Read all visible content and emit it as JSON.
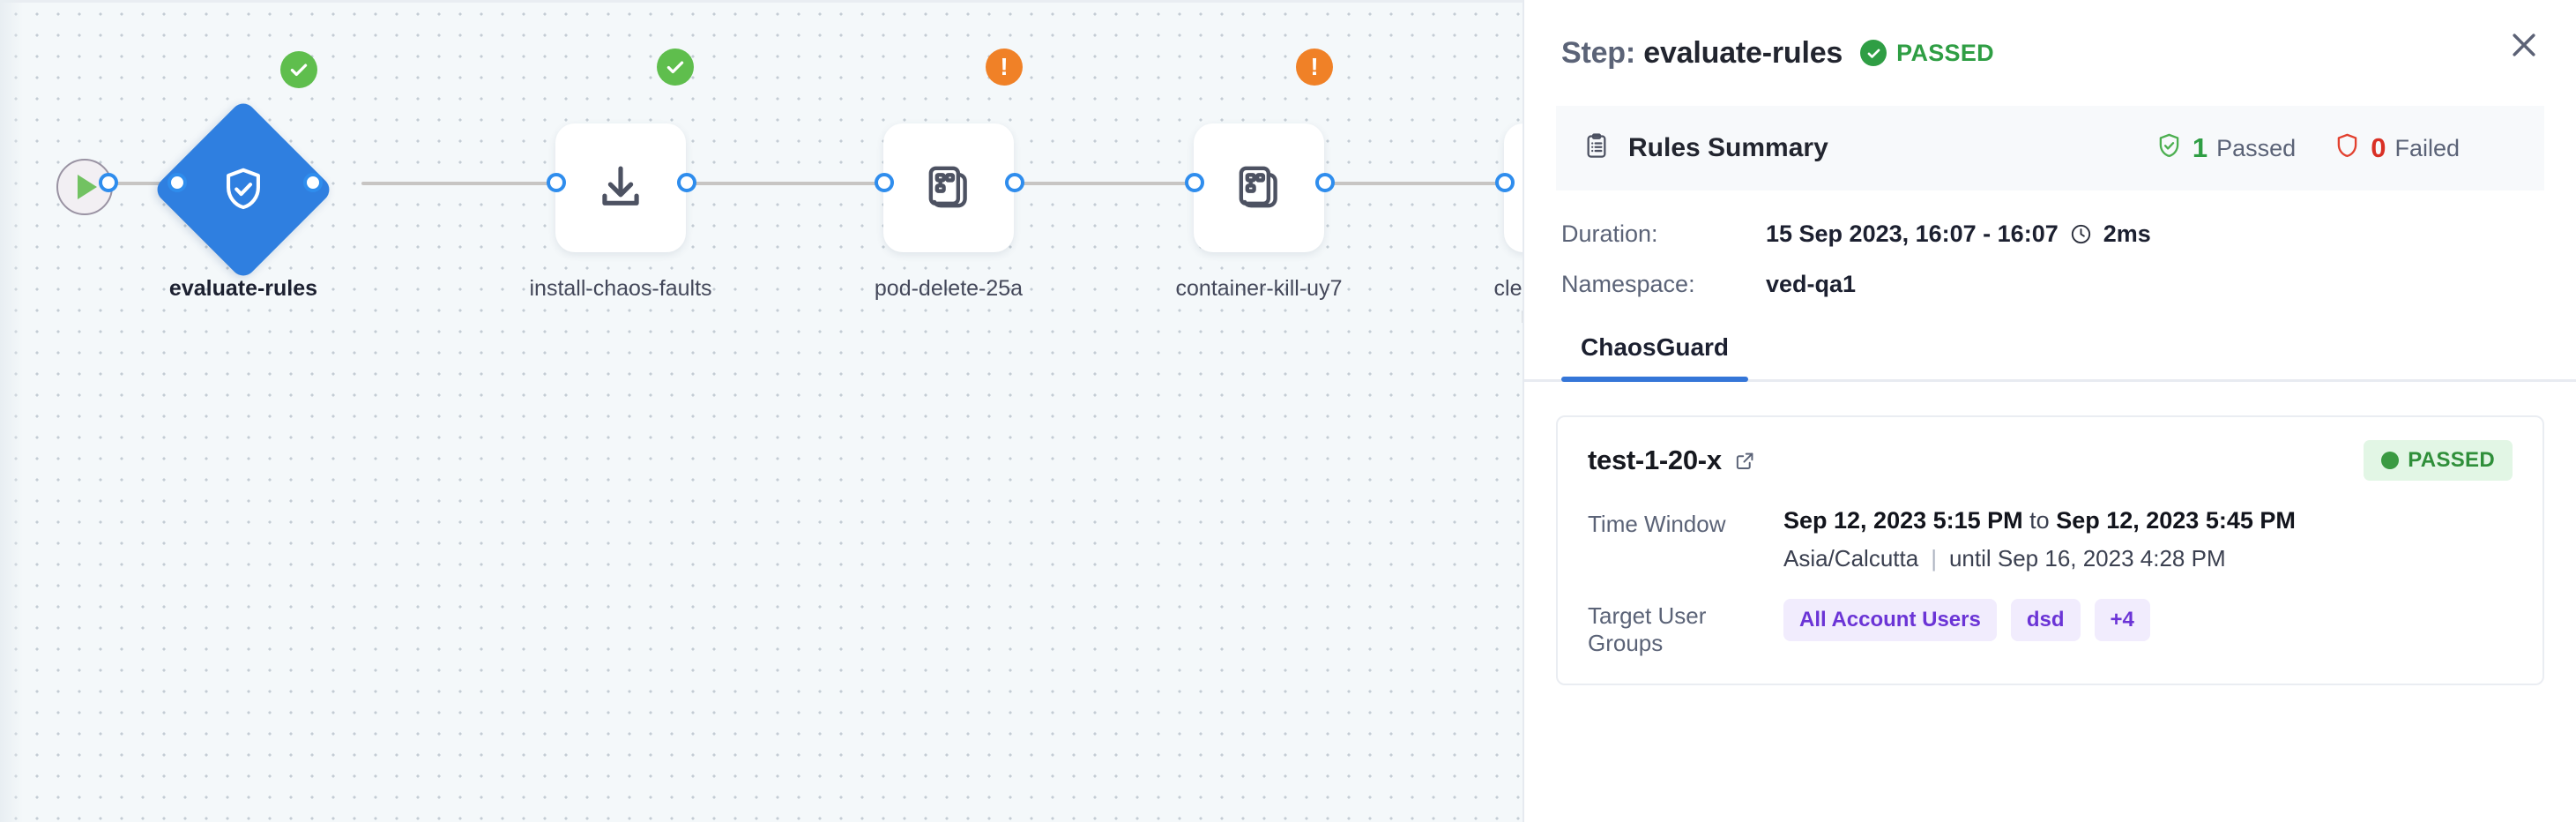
{
  "pipeline": {
    "start_node": {
      "icon": "play-icon",
      "name": "start"
    },
    "nodes": [
      {
        "label": "evaluate-rules",
        "icon": "shield-check-icon",
        "status": "success",
        "selected": true,
        "shape": "diamond"
      },
      {
        "label": "install-chaos-faults",
        "icon": "download-icon",
        "status": "success",
        "selected": false,
        "shape": "rect"
      },
      {
        "label": "pod-delete-25a",
        "icon": "chaos-fault-icon",
        "status": "warning",
        "selected": false,
        "shape": "rect"
      },
      {
        "label": "container-kill-uy7",
        "icon": "chaos-fault-icon",
        "status": "warning",
        "selected": false,
        "shape": "rect"
      },
      {
        "label": "cleanup-chaos-resources",
        "icon": "refresh-icon",
        "status": "success",
        "selected": false,
        "shape": "rect"
      }
    ]
  },
  "panel": {
    "header": {
      "step_label": "Step:",
      "step_name": "evaluate-rules",
      "status": "PASSED",
      "status_icon": "check-circle-icon",
      "close_icon": "close-icon"
    },
    "rules_summary": {
      "icon": "clipboard-icon",
      "title": "Rules Summary",
      "passed_count": "1",
      "passed_label": "Passed",
      "failed_count": "0",
      "failed_label": "Failed",
      "passed_icon": "shield-check-icon",
      "failed_icon": "shield-icon"
    },
    "meta": [
      {
        "key": "Duration:",
        "value": "15 Sep 2023, 16:07 - 16:07",
        "extra": "2ms",
        "extra_icon": "clock-icon"
      },
      {
        "key": "Namespace:",
        "value": "ved-qa1",
        "extra": "",
        "extra_icon": ""
      }
    ],
    "tabs": [
      {
        "label": "ChaosGuard",
        "active": true
      }
    ],
    "test_card": {
      "name": "test-1-20-x",
      "link_icon": "external-link-icon",
      "badge": "PASSED",
      "badge_icon": "status-dot-icon",
      "rows": [
        {
          "key": "Time Window",
          "main_start": "Sep 12, 2023 5:15 PM",
          "main_join": " to ",
          "main_end": "Sep 12, 2023 5:45 PM",
          "timezone": "Asia/Calcutta",
          "separator": "|",
          "until": "until Sep 16, 2023 4:28 PM"
        },
        {
          "key": "Target User Groups",
          "chips": [
            "All Account Users",
            "dsd",
            "+4"
          ]
        }
      ]
    }
  },
  "colors": {
    "accent_blue": "#3576d8",
    "node_blue": "#2f7fe0",
    "success_green": "#2f9e44",
    "warning_orange": "#f08127",
    "fail_red": "#d93025",
    "chip_purple": "#6b34d6",
    "canvas_bg": "#f4f8fa"
  }
}
